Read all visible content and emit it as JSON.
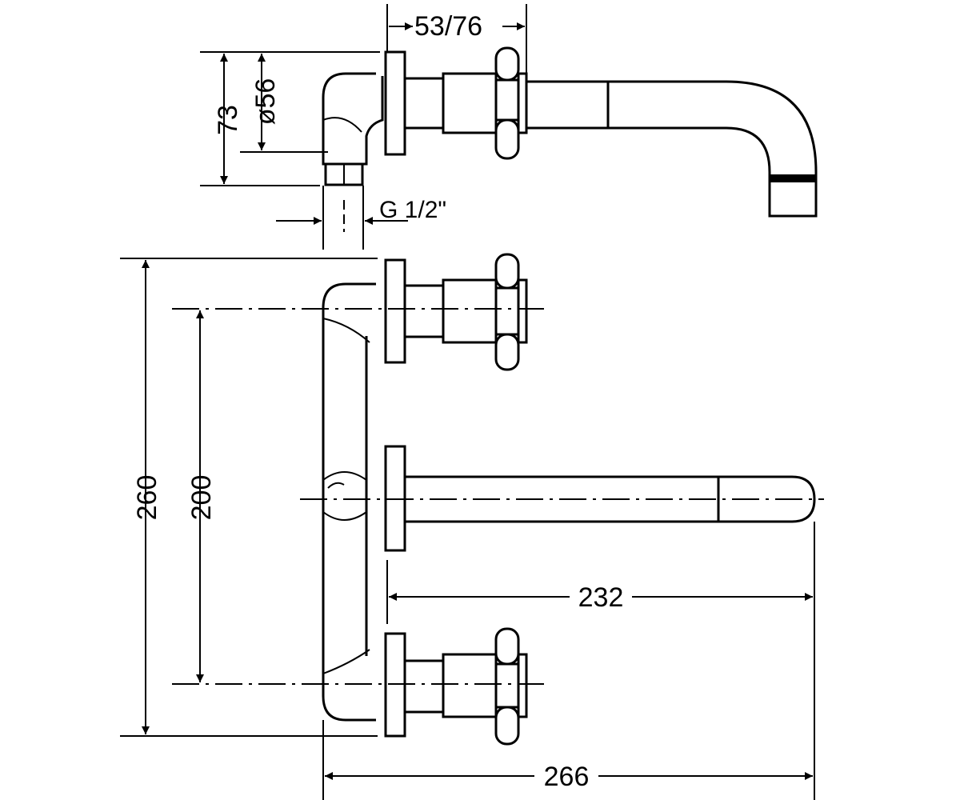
{
  "dimensions": {
    "handle_projection": "53/76",
    "height_outer": "73",
    "diameter": "ø56",
    "thread": "G 1/2\"",
    "overall_height": "260",
    "center_distance": "200",
    "spout_length": "232",
    "overall_length": "266"
  }
}
